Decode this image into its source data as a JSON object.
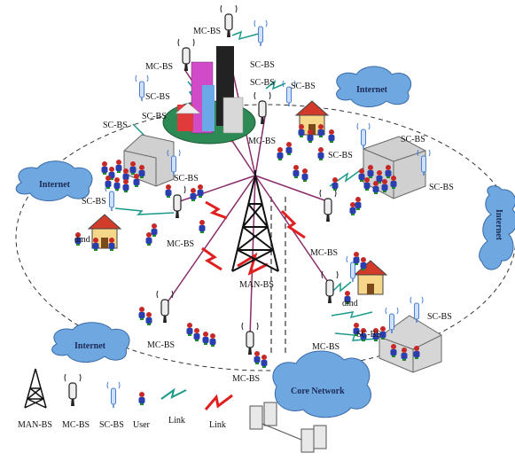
{
  "diagram": {
    "labels": {
      "man_bs": "MAN-BS",
      "mc_bs": "MC-BS",
      "sc_bs": "SC-BS",
      "internet": "Internet",
      "internet_vertical": "Internet",
      "core_network": "Core Network",
      "dmd": "dmd"
    },
    "legend": {
      "man_bs": "MAN-BS",
      "mc_bs": "MC-BS",
      "sc_bs": "SC-BS",
      "user": "User",
      "link_wireless": "Link",
      "link_backhaul": "Link"
    },
    "colors": {
      "cloud_fill": "#6fa8e0",
      "backhaul_red": "#e02020",
      "fiber_purple": "#8a2d6a",
      "wireless_teal": "#1a9a8a",
      "sc_blue": "#4a7fd0",
      "house_yellow": "#f6d78a",
      "roof_red": "#d23a2a",
      "building_gray": "#cfcfcf"
    }
  }
}
